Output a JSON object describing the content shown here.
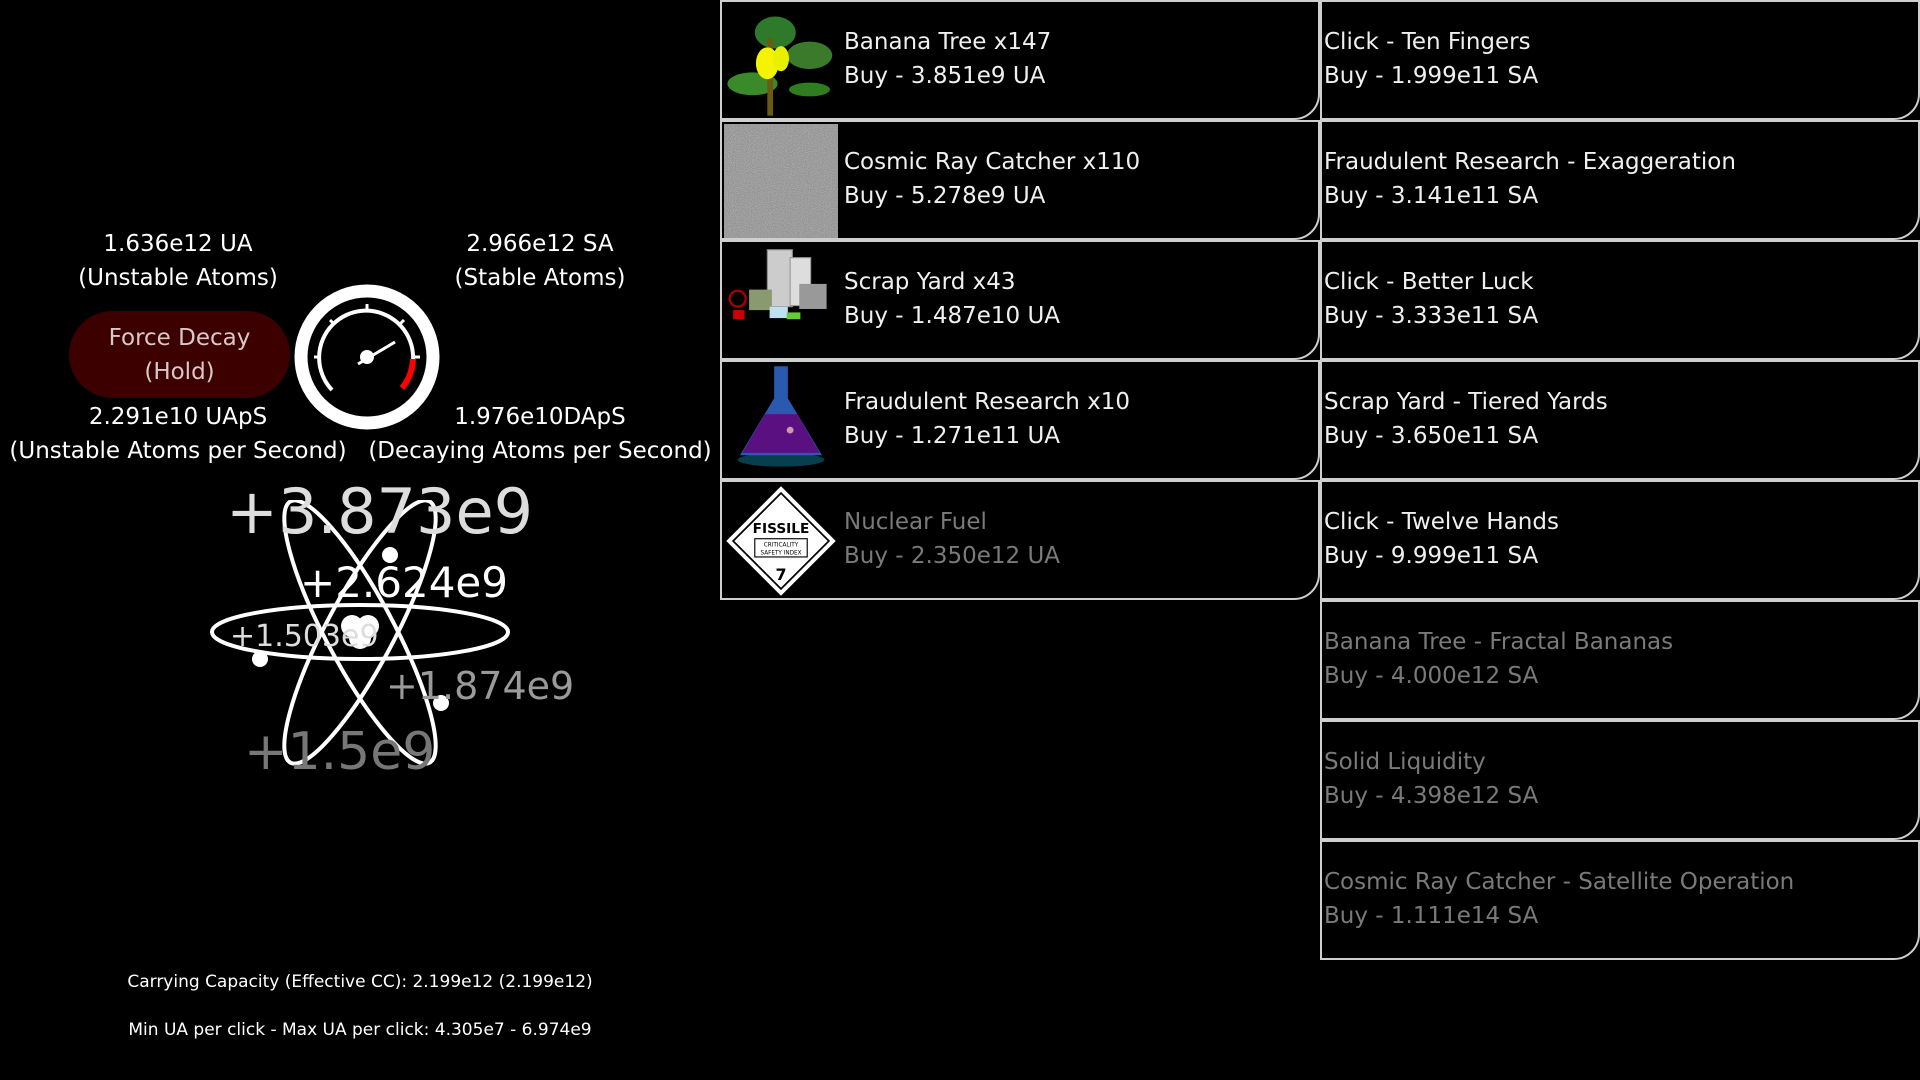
{
  "stats": {
    "ua_value": "1.636e12 UA",
    "ua_label": "(Unstable Atoms)",
    "sa_value": "2.966e12 SA",
    "sa_label": "(Stable Atoms)",
    "uaps_value": "2.291e10 UApS",
    "uaps_label": "(Unstable Atoms per Second)",
    "daps_value": "1.976e10DApS",
    "daps_label": "(Decaying Atoms per Second)"
  },
  "force_decay": {
    "line1": "Force Decay",
    "line2": "(Hold)",
    "color": "#3d0000"
  },
  "gauge": {
    "icon": "speedometer-icon",
    "redzone_color": "#ff0000"
  },
  "floating_gains": [
    "+3.873e9",
    "+2.624e9",
    "+1.503e9",
    "+1.874e9",
    "+1.5e9"
  ],
  "footer": {
    "carrying_capacity": "Carrying Capacity (Effective CC): 2.199e12 (2.199e12)",
    "ua_per_click": "Min UA per click - Max UA per click: 4.305e7 - 6.974e9"
  },
  "buildings": [
    {
      "name": "Banana Tree x147",
      "cost": "Buy - 3.851e9 UA",
      "icon": "banana-tree-icon",
      "enabled": true
    },
    {
      "name": "Cosmic Ray Catcher x110",
      "cost": "Buy - 5.278e9 UA",
      "icon": "static-noise-icon",
      "enabled": true
    },
    {
      "name": "Scrap Yard x43",
      "cost": "Buy - 1.487e10 UA",
      "icon": "scrap-pile-icon",
      "enabled": true
    },
    {
      "name": "Fraudulent Research x10",
      "cost": "Buy - 1.271e11 UA",
      "icon": "flask-icon",
      "enabled": true
    },
    {
      "name": "Nuclear Fuel",
      "cost": "Buy - 2.350e12 UA",
      "icon": "fissile-label-icon",
      "enabled": false,
      "icon_text": {
        "title": "FISSILE",
        "sub1": "CRITICALITY",
        "sub2": "SAFETY INDEX",
        "num": "7"
      }
    }
  ],
  "upgrades": [
    {
      "name": "Click - Ten Fingers",
      "cost": "Buy - 1.999e11 SA",
      "enabled": true
    },
    {
      "name": "Fraudulent Research - Exaggeration",
      "cost": "Buy - 3.141e11 SA",
      "enabled": true
    },
    {
      "name": "Click - Better Luck",
      "cost": "Buy - 3.333e11 SA",
      "enabled": true
    },
    {
      "name": "Scrap Yard - Tiered Yards",
      "cost": "Buy - 3.650e11 SA",
      "enabled": true
    },
    {
      "name": "Click - Twelve Hands",
      "cost": "Buy - 9.999e11 SA",
      "enabled": true
    },
    {
      "name": "Banana Tree - Fractal Bananas",
      "cost": "Buy - 4.000e12 SA",
      "enabled": false
    },
    {
      "name": "Solid Liquidity",
      "cost": "Buy - 4.398e12 SA",
      "enabled": false
    },
    {
      "name": "Cosmic Ray Catcher - Satellite Operation",
      "cost": "Buy - 1.111e14 SA",
      "enabled": false
    }
  ]
}
